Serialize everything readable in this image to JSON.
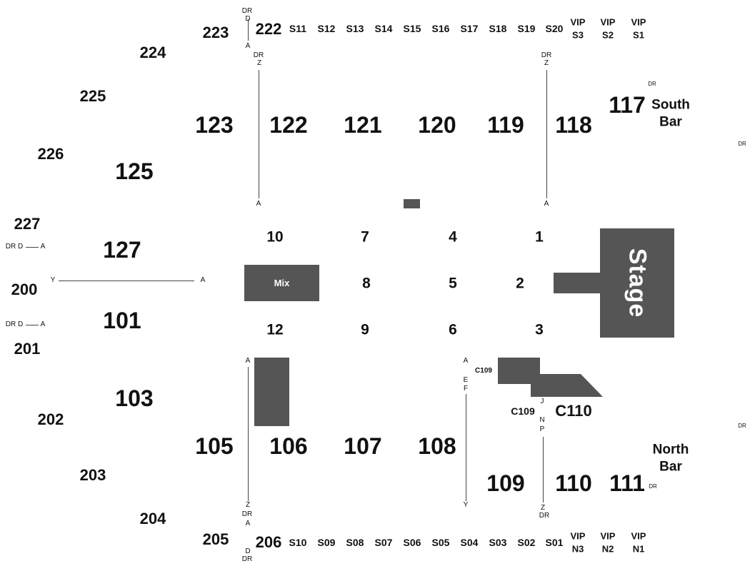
{
  "sections": {
    "s222": "222",
    "s223": "223",
    "s224": "224",
    "s225": "225",
    "s226": "226",
    "s227": "227",
    "s200": "200",
    "s201": "201",
    "s202": "202",
    "s203": "203",
    "s204": "204",
    "s205": "205",
    "s206": "206",
    "s117": "117",
    "s118": "118",
    "s119": "119",
    "s120": "120",
    "s121": "121",
    "s122": "122",
    "s123": "123",
    "s125": "125",
    "s127": "127",
    "s101": "101",
    "s103": "103",
    "s105": "105",
    "s106": "106",
    "s107": "107",
    "s108": "108",
    "s109": "109",
    "s110": "110",
    "s111": "111",
    "c109a": "C109",
    "c109b": "C109",
    "c110": "C110"
  },
  "suites_top": [
    "S11",
    "S12",
    "S13",
    "S14",
    "S15",
    "S16",
    "S17",
    "S18",
    "S19",
    "S20"
  ],
  "suites_bottom": [
    "S10",
    "S09",
    "S08",
    "S07",
    "S06",
    "S05",
    "S04",
    "S03",
    "S02",
    "S01"
  ],
  "vip_top": [
    {
      "line1": "VIP",
      "line2": "S3"
    },
    {
      "line1": "VIP",
      "line2": "S2"
    },
    {
      "line1": "VIP",
      "line2": "S1"
    }
  ],
  "vip_bottom": [
    {
      "line1": "VIP",
      "line2": "N3"
    },
    {
      "line1": "VIP",
      "line2": "N2"
    },
    {
      "line1": "VIP",
      "line2": "N1"
    }
  ],
  "floor": [
    "1",
    "2",
    "3",
    "4",
    "5",
    "6",
    "7",
    "8",
    "9",
    "10",
    "12"
  ],
  "bars": {
    "south_line1": "South",
    "south_line2": "Bar",
    "north_line1": "North",
    "north_line2": "Bar"
  },
  "features": {
    "stage": "Stage",
    "mix": "Mix"
  },
  "row_markers": {
    "dr": "DR",
    "d": "D",
    "a": "A",
    "z": "Z",
    "y": "Y",
    "e": "E",
    "f": "F",
    "j": "J",
    "n": "N",
    "p": "P",
    "dr_d": "DR D"
  },
  "colors": {
    "block_fill": "#555555",
    "line": "#444444",
    "text": "#111111",
    "background": "#ffffff"
  }
}
